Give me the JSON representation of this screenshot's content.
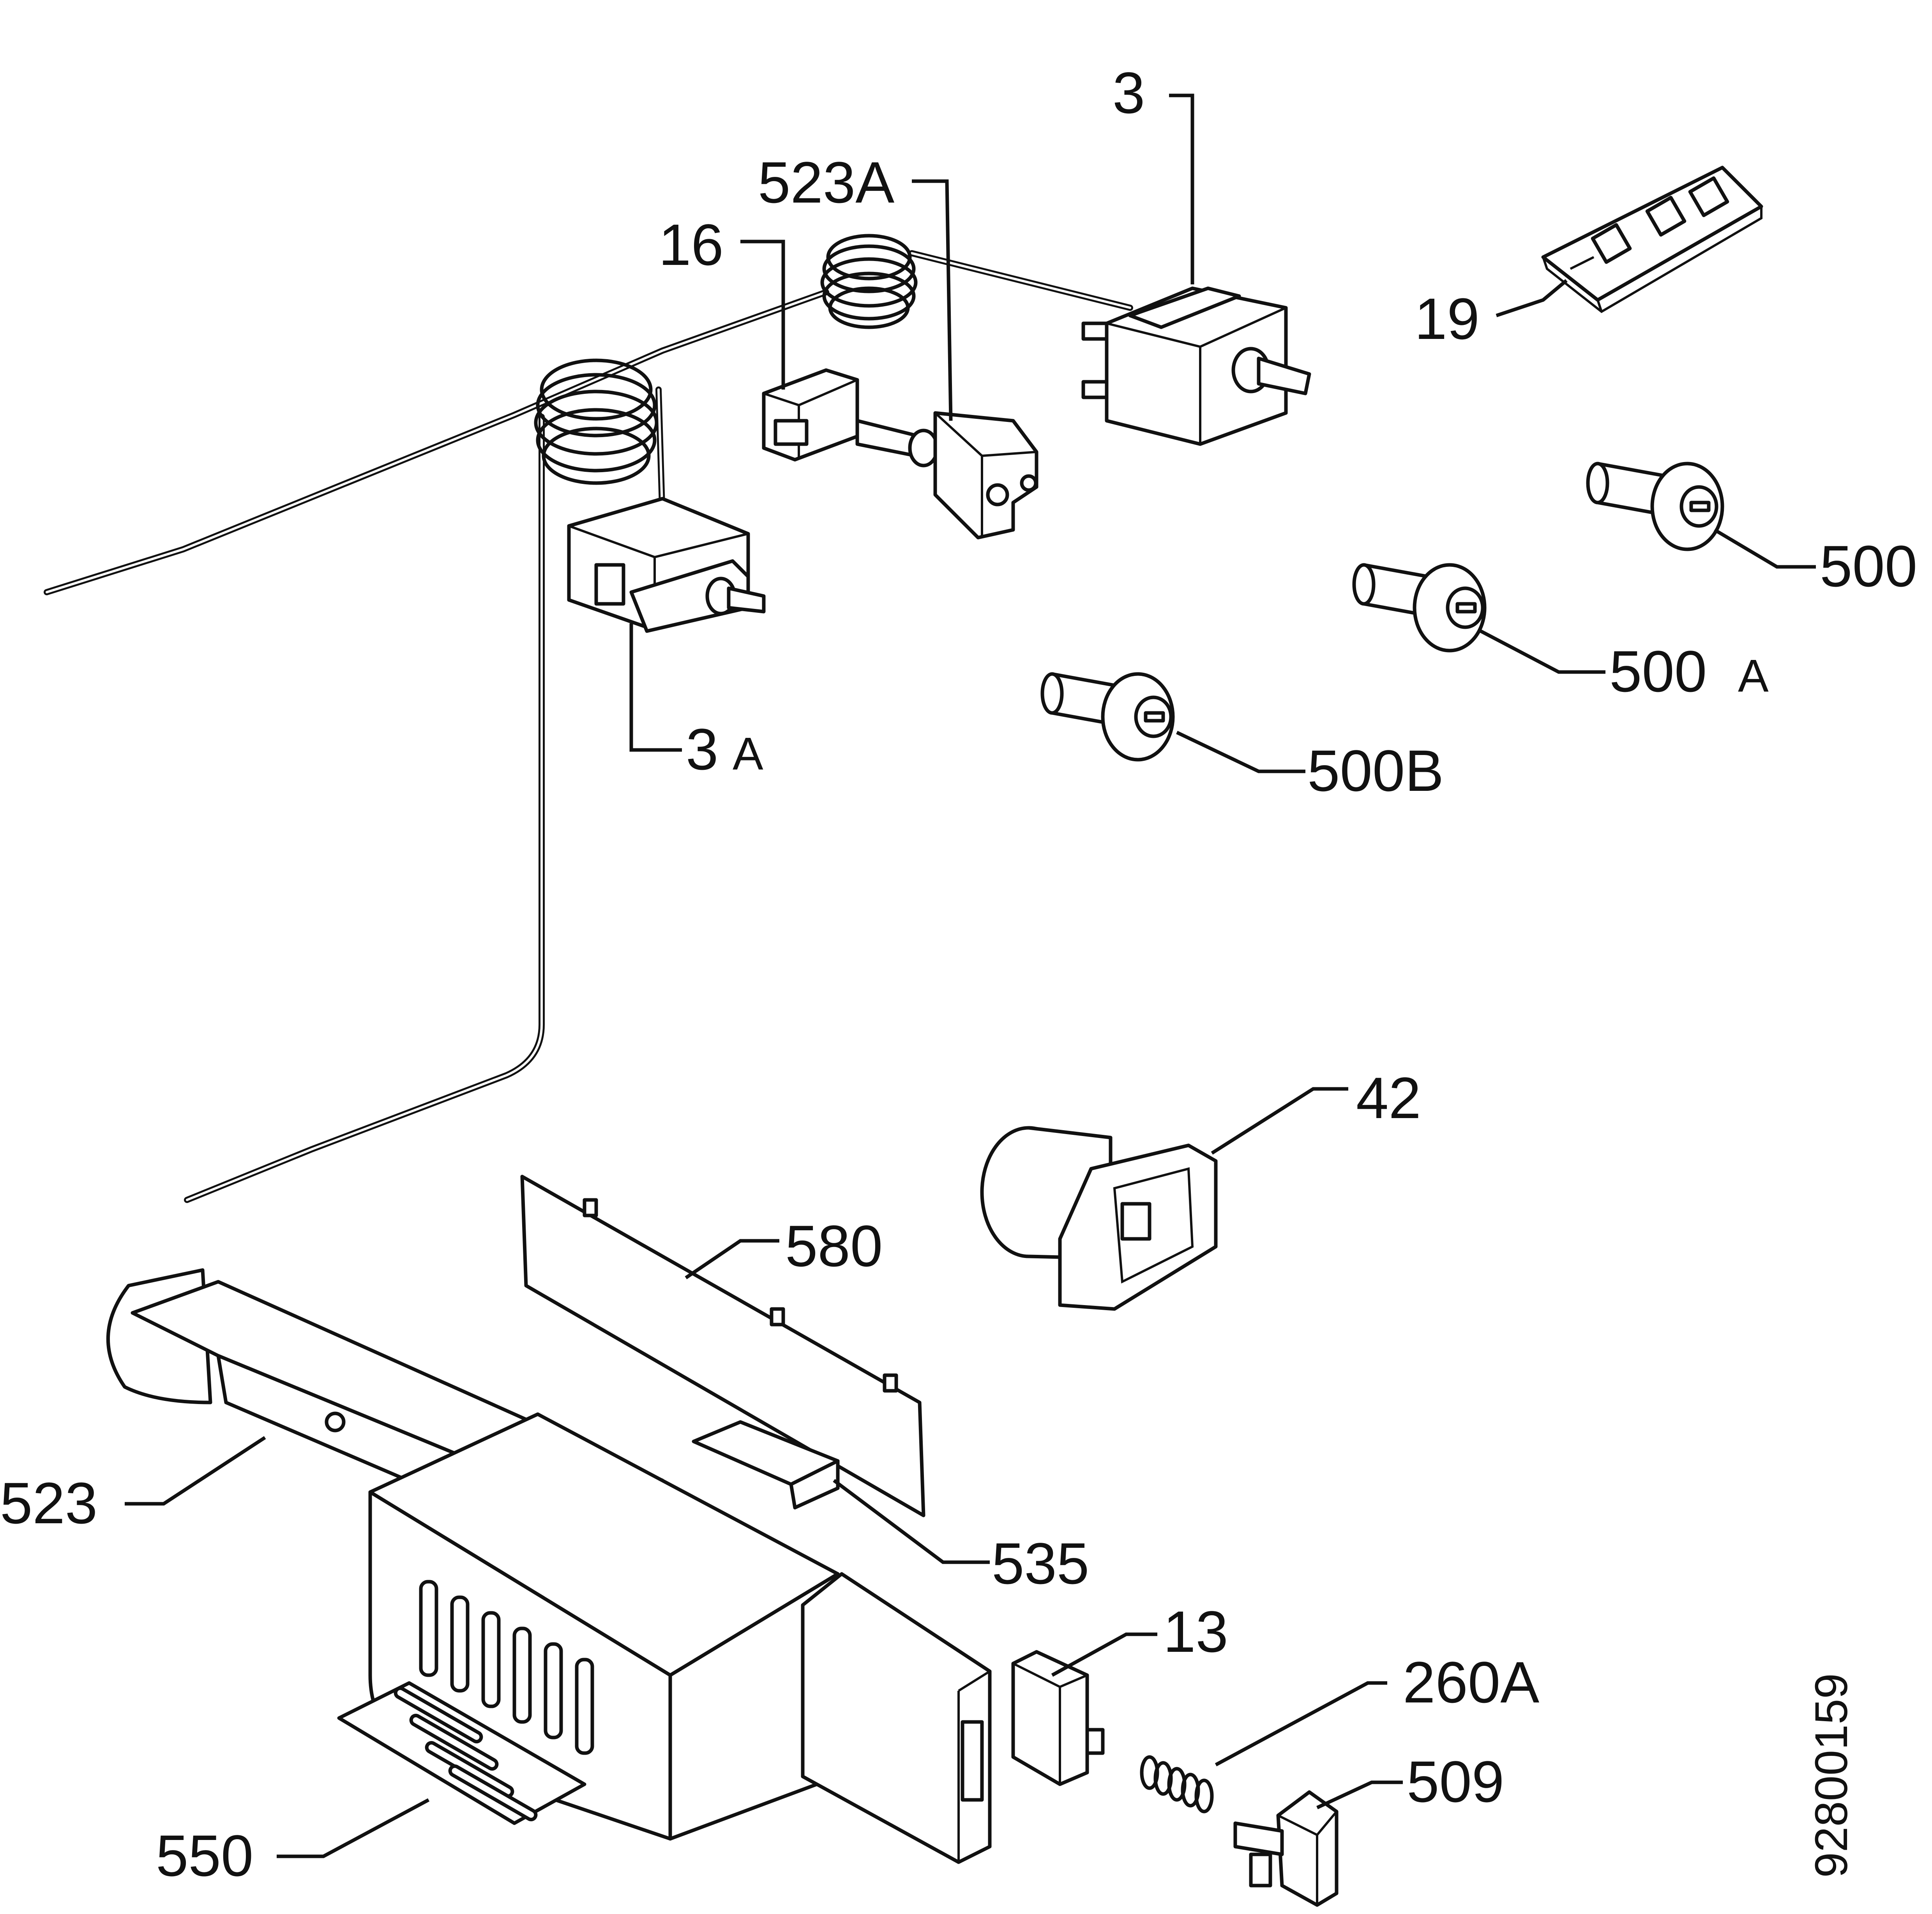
{
  "diagram": {
    "drawing_number": "92800159",
    "labels": {
      "p3": "3",
      "p523A": "523A",
      "p16": "16",
      "p19": "19",
      "p500": "500",
      "p500A_num": "500",
      "p500A_suffix": "A",
      "p500B": "500B",
      "p3A_num": "3",
      "p3A_suffix": "A",
      "p42": "42",
      "p580": "580",
      "p523": "523",
      "p535": "535",
      "p13": "13",
      "p260A": "260A",
      "p509": "509",
      "p550": "550"
    }
  }
}
